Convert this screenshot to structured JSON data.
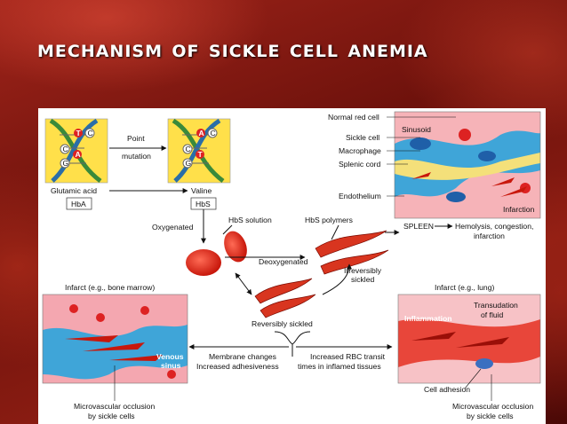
{
  "title": "Mechanism of  Sickle cell anemia",
  "labels": {
    "point": "Point",
    "mutation": "mutation",
    "glutamic_acid": "Glutamic acid",
    "valine": "Valine",
    "hba": "HbA",
    "hbs": "HbS",
    "oxygenated": "Oxygenated",
    "hbs_solution": "HbS solution",
    "hbs_polymers": "HbS polymers",
    "deoxygenated": "Deoxygenated",
    "irreversibly": "Irreversibly",
    "sickled": "sickled",
    "reversibly_sickled": "Reversibly sickled",
    "normal_red_cell": "Normal red cell",
    "sinusoid": "Sinusoid",
    "sickle_cell": "Sickle cell",
    "macrophage": "Macrophage",
    "splenic_cord": "Splenic cord",
    "endothelium": "Endothelium",
    "infarction": "Infarction",
    "spleen": "SPLEEN",
    "spleen_effects_1": "Hemolysis, congestion,",
    "spleen_effects_2": "infarction",
    "infarct_bone": "Infarct (e.g., bone marrow)",
    "infarct_lung": "Infarct (e.g., lung)",
    "venous": "Venous",
    "sinus": "sinus",
    "inflammation": "Inflammation",
    "transudation_1": "Transudation",
    "transudation_2": "of fluid",
    "cell_adhesion": "Cell adhesion",
    "membrane_1": "Membrane changes",
    "membrane_2": "Increased adhesiveness",
    "transit_1": "Increased RBC transit",
    "transit_2": "times in inflamed tissues",
    "micro_left_1": "Microvascular occlusion",
    "micro_left_2": "by sickle cells",
    "micro_right_1": "Microvascular occlusion",
    "micro_right_2": "by sickle cells"
  },
  "bases": {
    "left": [
      "T",
      "C",
      "C",
      "A",
      "G"
    ],
    "right": [
      "A",
      "C",
      "C",
      "T",
      "G"
    ]
  }
}
